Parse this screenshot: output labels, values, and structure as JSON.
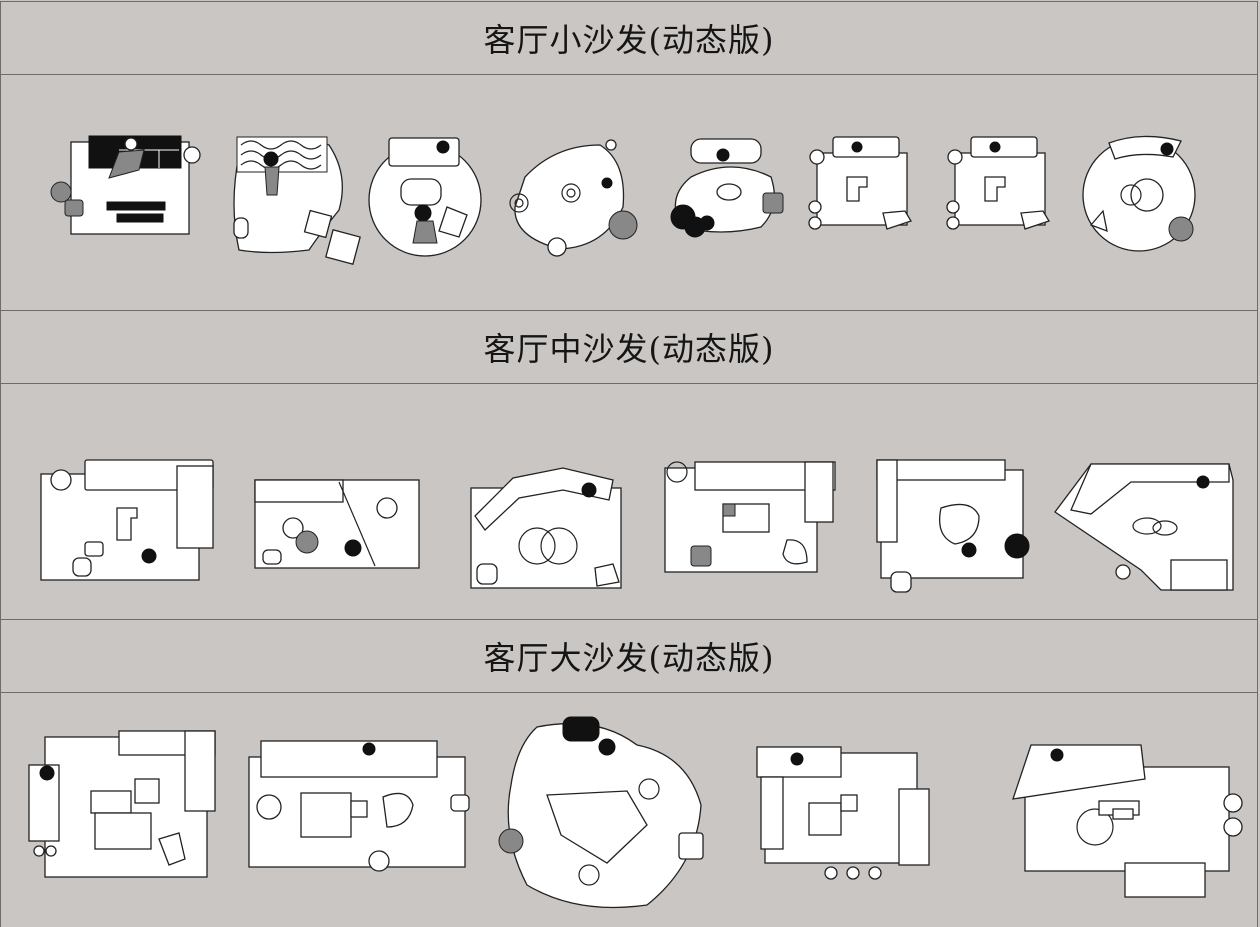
{
  "sections": [
    {
      "title": "客厅小沙发(动态版)"
    },
    {
      "title": "客厅中沙发(动态版)"
    },
    {
      "title": "客厅大沙发(动态版)"
    }
  ],
  "icon_names": [
    "sofa-plan-icon",
    "chair-icon",
    "table-icon",
    "person-icon",
    "plant-icon"
  ]
}
